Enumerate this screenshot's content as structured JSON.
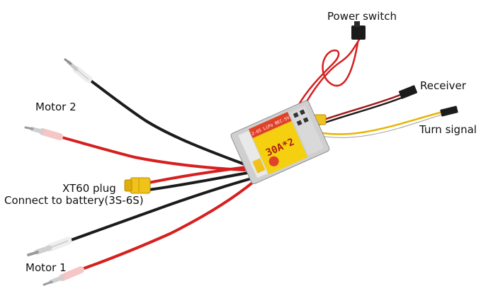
{
  "labels": {
    "power_switch": "Power switch",
    "receiver": "Receiver",
    "turn_signal": "Turn signal",
    "motor2": "Motor 2",
    "xt60_plug": "XT60 plug",
    "connect_battery": "Connect to battery(3S-6S)",
    "motor1": "Motor 1"
  },
  "board": {
    "rating": "30A*2",
    "spec": "2-6S LiPo BEC-5V"
  },
  "colors": {
    "wire_red": "#d61f1f",
    "wire_black": "#1b1b1b",
    "wire_yellow": "#e8b400",
    "connector_yellow": "#f1c21b",
    "label_yellow": "#f4d010",
    "label_red": "#e0412a"
  }
}
